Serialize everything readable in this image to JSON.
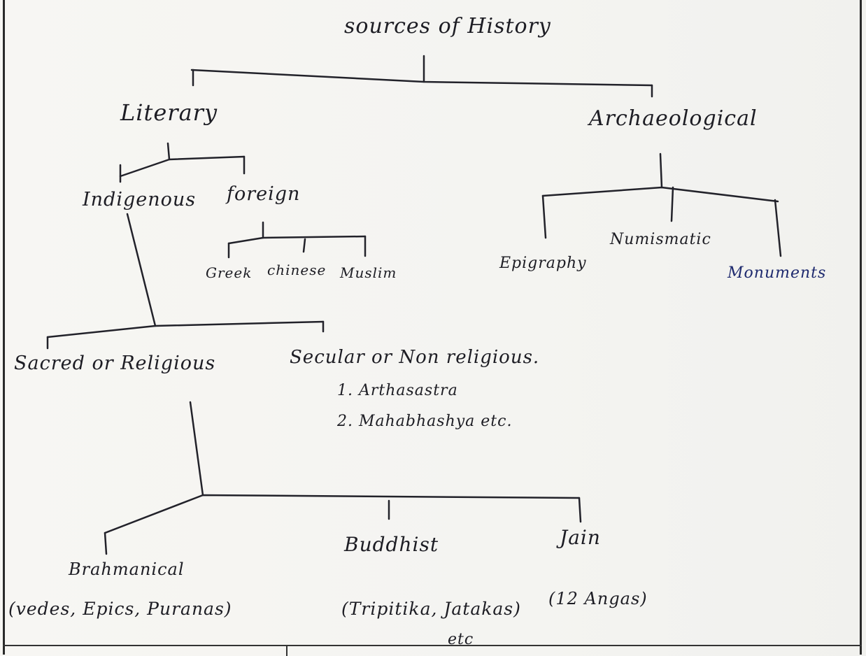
{
  "diagram": {
    "root": "sources of History",
    "literary": "Literary",
    "archaeological": "Archaeological",
    "indigenous": "Indigenous",
    "foreign": "foreign",
    "greek": "Greek",
    "chinese": "chinese",
    "muslim": "Muslim",
    "epigraphy": "Epigraphy",
    "numismatic": "Numismatic",
    "monuments": "Monuments",
    "sacred": "Sacred or Religious",
    "secular": "Secular or Non religious.",
    "secular_items": [
      "1. Arthasastra",
      "2. Mahabhashya etc."
    ],
    "brahmanical": "Brahmanical",
    "brahmanical_note": "(vedes, Epics, Puranas)",
    "buddhist": "Buddhist",
    "buddhist_note": "(Tripitika, Jatakas)",
    "buddhist_note2": "etc",
    "jain": "Jain",
    "jain_note": "(12 Angas)"
  },
  "colors": {
    "ink": "#1d1d24",
    "blue_ink": "#1e2a6e"
  }
}
